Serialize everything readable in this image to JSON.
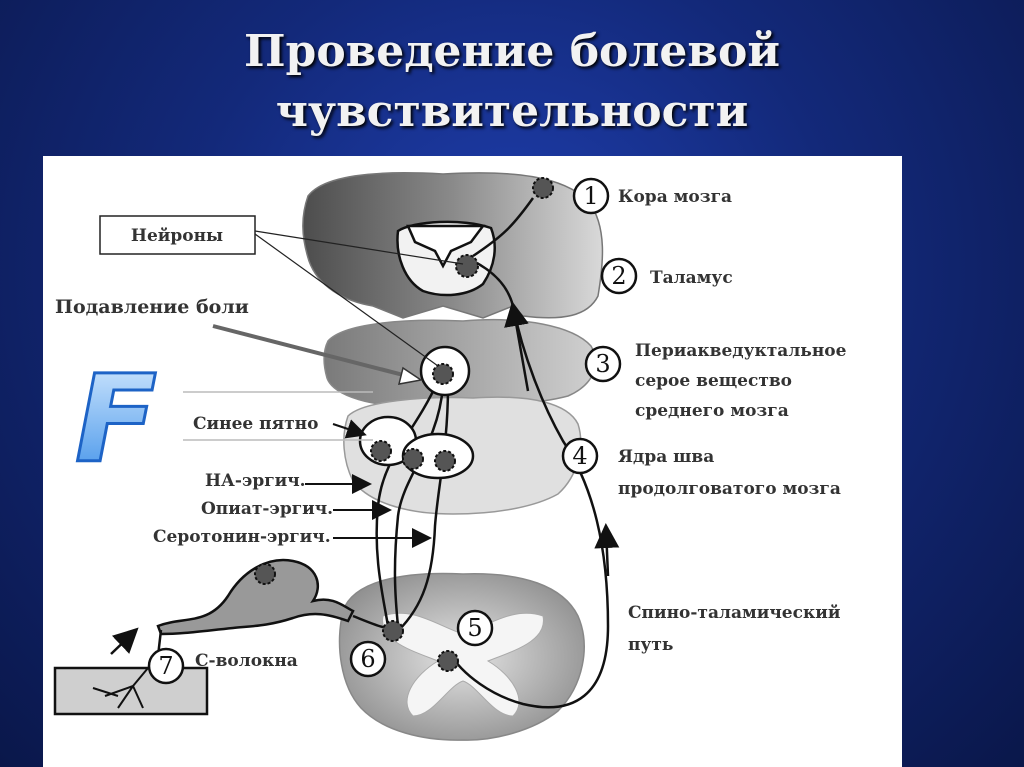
{
  "title": {
    "line1": "Проведение болевой",
    "line2": "чувствительности"
  },
  "labels": {
    "neurons": "Нейроны",
    "pain_suppression": "Подавление боли",
    "blue_spot": "Синее пятно",
    "na_ergic": "НА-эргич.",
    "opiate_ergic": "Опиат-эргич.",
    "serotonin_ergic": "Серотонин-эргич.",
    "c_fibers": "С-волокна",
    "cortex": "Кора мозга",
    "thalamus": "Таламус",
    "pag_line1": "Периакведуктальное",
    "pag_line2": "серое вещество",
    "pag_line3": "среднего мозга",
    "raphe_line1": "Ядра шва",
    "raphe_line2": "продолговатого мозга",
    "spinothalamic_line1": "Спино-таламический",
    "spinothalamic_line2": "путь",
    "logo_letter": "F"
  },
  "markers": [
    "1",
    "2",
    "3",
    "4",
    "5",
    "6",
    "7"
  ],
  "colors": {
    "background_center": "#1f3fb0",
    "background_edge": "#0a174a",
    "title_text": "#f2f2f2",
    "logo_blue": "#3a8ee8"
  }
}
